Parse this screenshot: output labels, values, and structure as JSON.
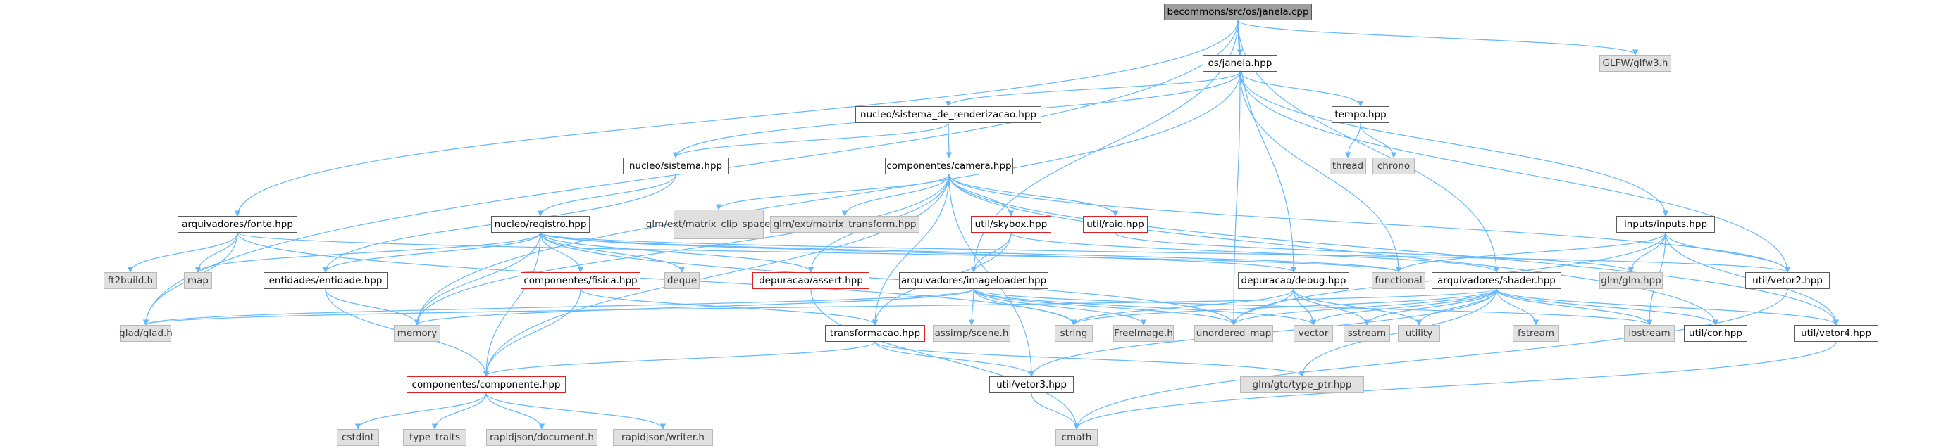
{
  "colors": {
    "edge": "#63b8ff",
    "root_fill": "#9e9e9e",
    "external_fill": "#e0e0e0",
    "linked_border": "#5a5a5a",
    "undocumented_border": "#e02020"
  },
  "nodes": {
    "root": "becommons/src/os/janela.cpp",
    "glfw3": "GLFW/glfw3.h",
    "os_janela": "os/janela.hpp",
    "sistema_render": "nucleo/sistema_de_renderizacao.hpp",
    "tempo": "tempo.hpp",
    "thread": "thread",
    "chrono": "chrono",
    "nucleo_sistema": "nucleo/sistema.hpp",
    "camera": "componentes/camera.hpp",
    "fonte": "arquivadores/fonte.hpp",
    "registro": "nucleo/registro.hpp",
    "matrix_clip": "glm/ext/matrix_clip_space.hpp",
    "matrix_transform": "glm/ext/matrix_transform.hpp",
    "skybox": "util/skybox.hpp",
    "raio": "util/raio.hpp",
    "inputs": "inputs/inputs.hpp",
    "ft2build": "ft2build.h",
    "map": "map",
    "entidade": "entidades/entidade.hpp",
    "fisica": "componentes/fisica.hpp",
    "deque": "deque",
    "assert": "depuracao/assert.hpp",
    "imageloader": "arquivadores/imageloader.hpp",
    "debug": "depuracao/debug.hpp",
    "functional": "functional",
    "shader": "arquivadores/shader.hpp",
    "glm": "glm/glm.hpp",
    "vetor2": "util/vetor2.hpp",
    "glad": "glad/glad.h",
    "memory": "memory",
    "string": "string",
    "transformacao": "transformacao.hpp",
    "assimp": "assimp/scene.h",
    "freeimage": "FreeImage.h",
    "unordered_map": "unordered_map",
    "vector": "vector",
    "sstream": "sstream",
    "utility": "utility",
    "fstream": "fstream",
    "iostream": "iostream",
    "cor": "util/cor.hpp",
    "vetor4": "util/vetor4.hpp",
    "componente": "componentes/componente.hpp",
    "vetor3": "util/vetor3.hpp",
    "type_ptr": "glm/gtc/type_ptr.hpp",
    "cstdint": "cstdint",
    "type_traits": "type_traits",
    "rapidjson_doc": "rapidjson/document.h",
    "rapidjson_writer": "rapidjson/writer.h",
    "cmath": "cmath"
  }
}
